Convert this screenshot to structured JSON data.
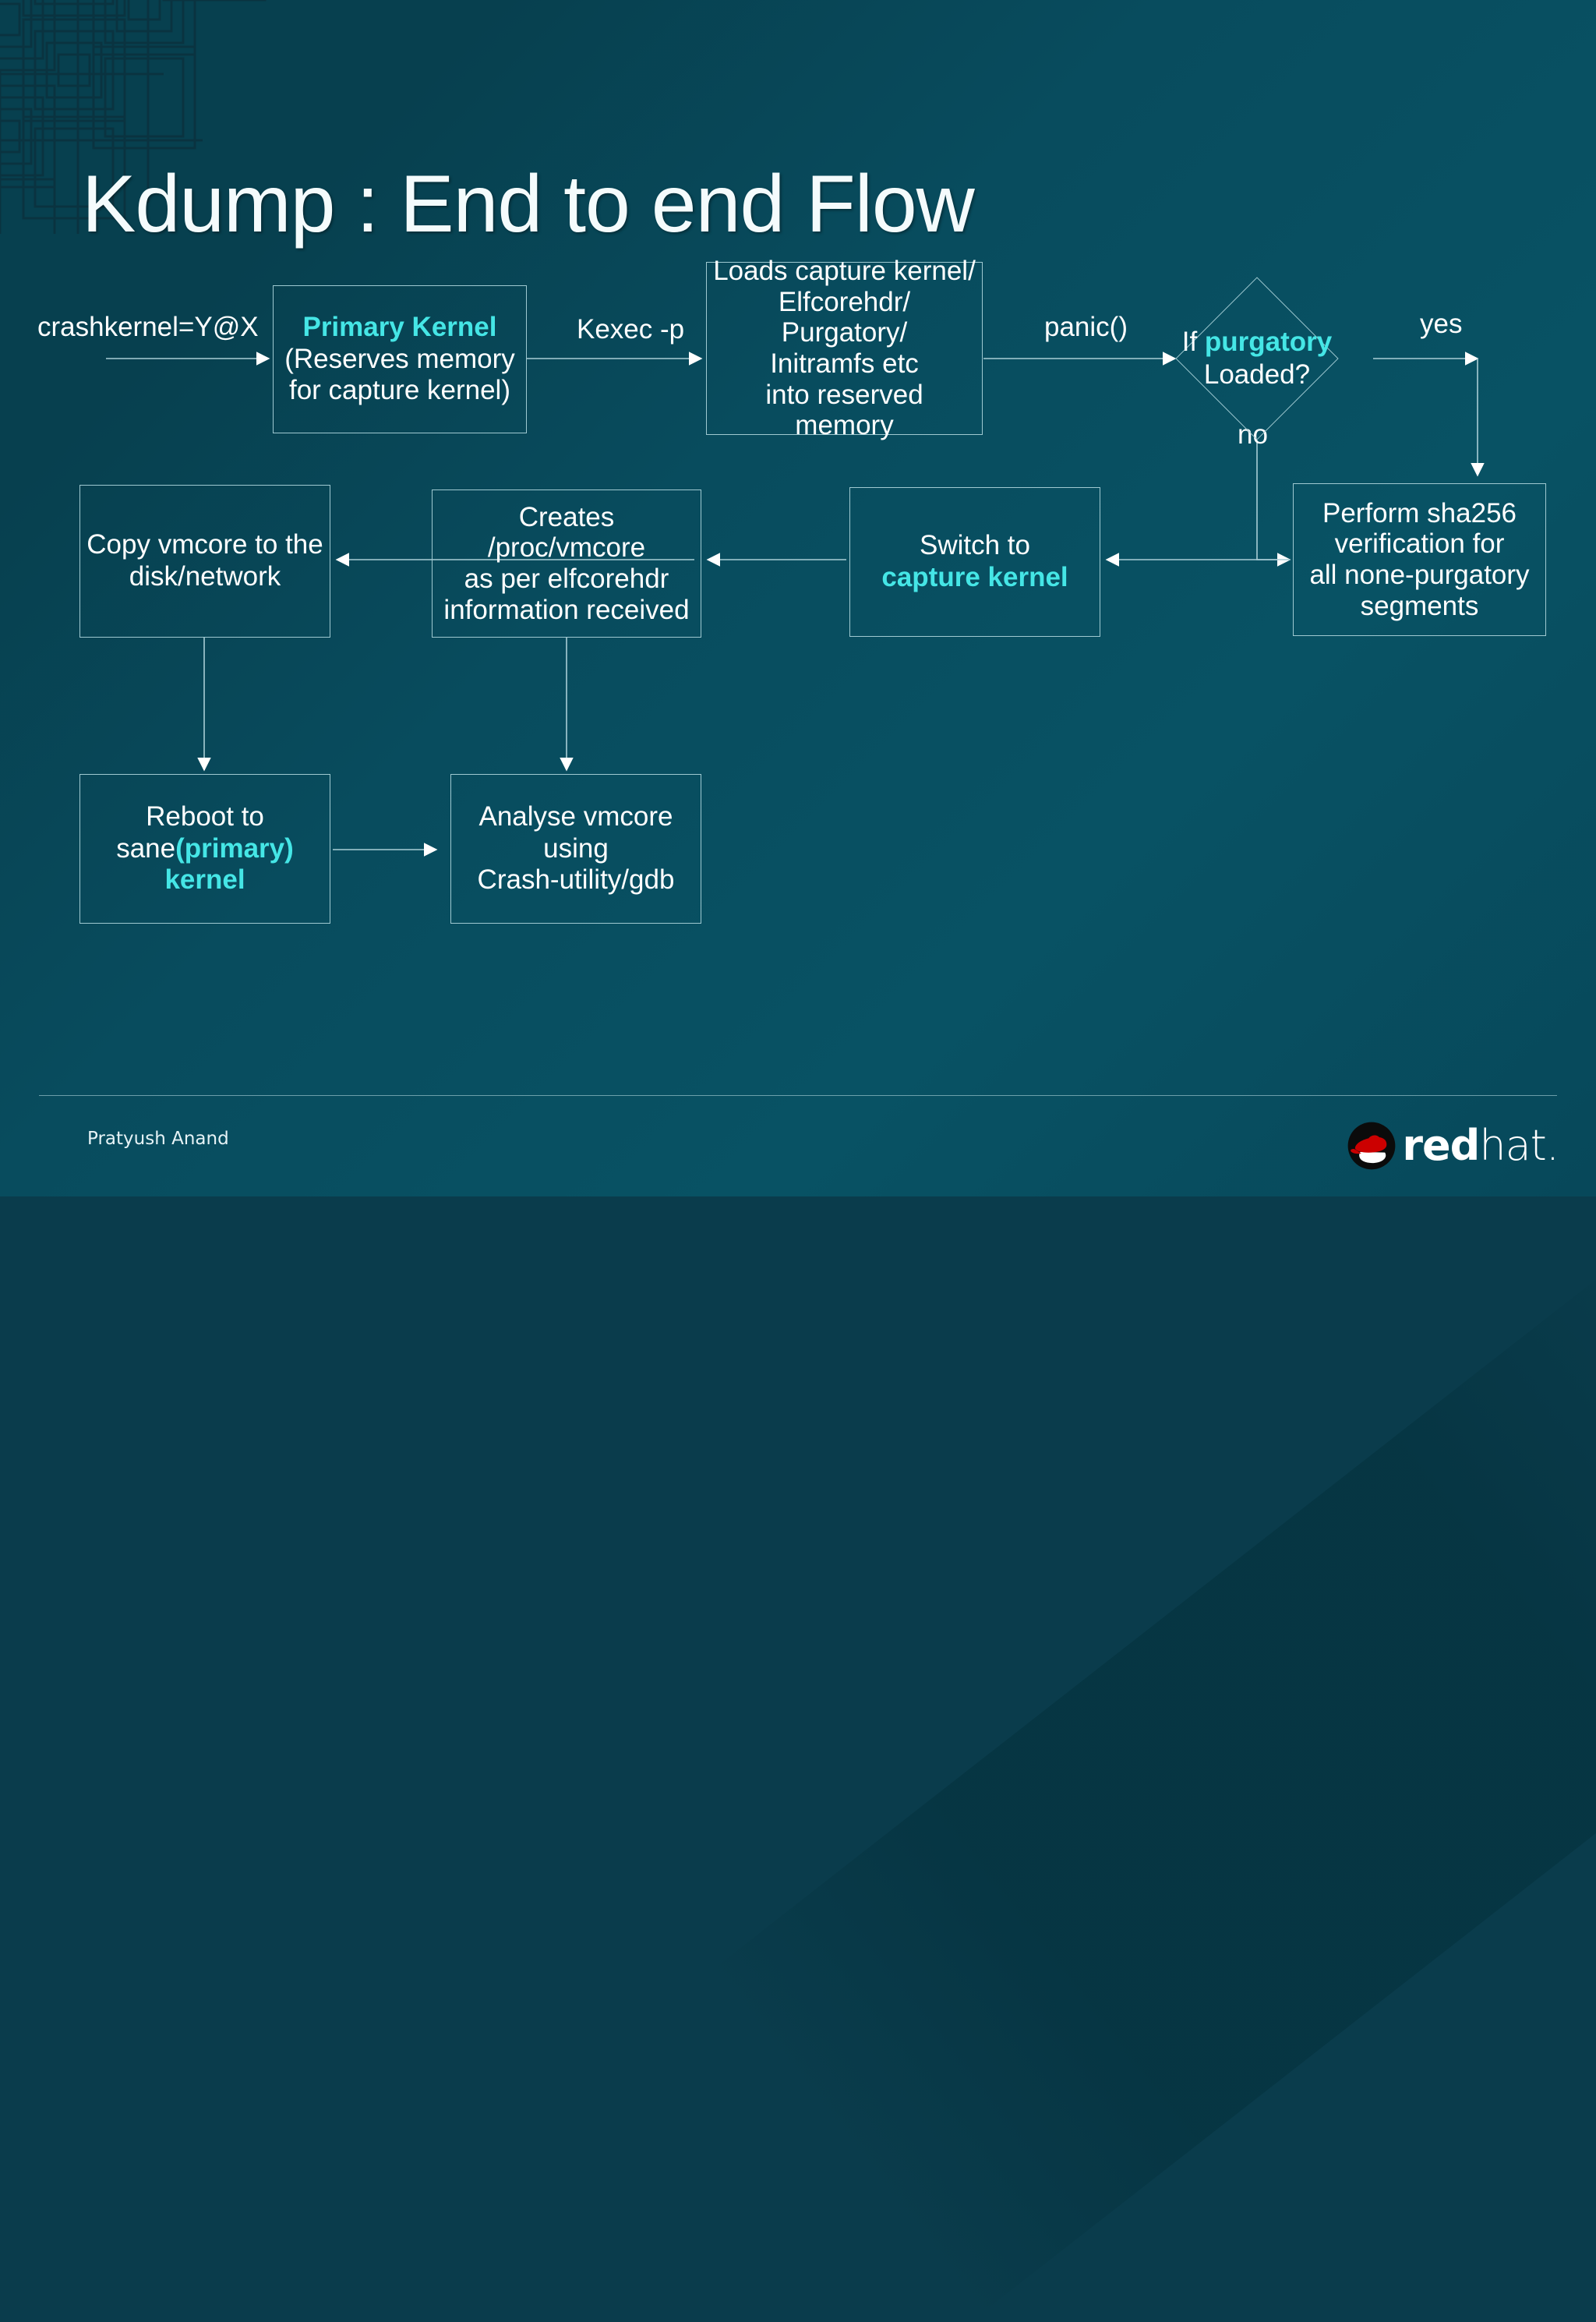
{
  "slide": {
    "title": "Kdump : End to end Flow",
    "author": "Pratyush Anand",
    "brand": {
      "logo_red": "red",
      "logo_hat": "hat.",
      "accent_cyan": "#45e6e6",
      "background": "#084a5c",
      "border": "#9fc9d1",
      "red": "#cc0000"
    }
  },
  "diagram": {
    "type": "flowchart",
    "nodes": [
      {
        "id": "primary-kernel",
        "shape": "rect",
        "lines": [
          {
            "text": "Primary Kernel",
            "style": "cyan-bold"
          },
          {
            "text": "(Reserves memory",
            "style": "white"
          },
          {
            "text": "for capture kernel)",
            "style": "white"
          }
        ]
      },
      {
        "id": "loads-capture-kernel",
        "shape": "rect",
        "lines": [
          {
            "text": "Loads capture kernel/",
            "style": "white"
          },
          {
            "text": "Elfcorehdr/",
            "style": "white"
          },
          {
            "text": "Purgatory/",
            "style": "white"
          },
          {
            "text": "Initramfs etc",
            "style": "white"
          },
          {
            "text": "into reserved memory",
            "style": "white"
          }
        ]
      },
      {
        "id": "purgatory-decision",
        "shape": "diamond",
        "lines": [
          {
            "text": "If ",
            "style": "white"
          },
          {
            "text": "purgatory",
            "style": "cyan-bold"
          },
          {
            "text": "Loaded?",
            "style": "white"
          }
        ]
      },
      {
        "id": "sha256-verification",
        "shape": "rect",
        "lines": [
          {
            "text": "Perform sha256",
            "style": "white"
          },
          {
            "text": "verification for",
            "style": "white"
          },
          {
            "text": "all none-purgatory",
            "style": "white"
          },
          {
            "text": "segments",
            "style": "white"
          }
        ]
      },
      {
        "id": "switch-capture-kernel",
        "shape": "rect",
        "lines": [
          {
            "text": "Switch to",
            "style": "white"
          },
          {
            "text": "capture kernel",
            "style": "cyan-bold"
          }
        ]
      },
      {
        "id": "creates-proc-vmcore",
        "shape": "rect",
        "lines": [
          {
            "text": "Creates /proc/vmcore",
            "style": "white"
          },
          {
            "text": "as per elfcorehdr",
            "style": "white"
          },
          {
            "text": "information received",
            "style": "white"
          }
        ]
      },
      {
        "id": "copy-vmcore",
        "shape": "rect",
        "lines": [
          {
            "text": "Copy vmcore to the",
            "style": "white"
          },
          {
            "text": "disk/network",
            "style": "white"
          }
        ]
      },
      {
        "id": "reboot-sane-kernel",
        "shape": "rect",
        "lines": [
          {
            "text": "Reboot to",
            "style": "white"
          },
          {
            "text": "sane",
            "style": "white"
          },
          {
            "text": "(primary)",
            "style": "cyan-bold"
          },
          {
            "text": "kernel",
            "style": "cyan-bold"
          }
        ]
      },
      {
        "id": "analyse-vmcore",
        "shape": "rect",
        "lines": [
          {
            "text": "Analyse vmcore",
            "style": "white"
          },
          {
            "text": "using",
            "style": "white"
          },
          {
            "text": "Crash-utility/gdb",
            "style": "white"
          }
        ]
      }
    ],
    "edge_labels": {
      "crashkernel": "crashkernel=Y@X",
      "kexec": "Kexec -p",
      "panic": "panic()",
      "yes": "yes",
      "no": "no"
    },
    "node_text": {
      "primary_kernel_l1": "Primary Kernel",
      "primary_kernel_l2": "(Reserves memory",
      "primary_kernel_l3": "for capture kernel)",
      "loads_l1": "Loads capture kernel/",
      "loads_l2": "Elfcorehdr/",
      "loads_l3": "Purgatory/",
      "loads_l4": "Initramfs etc",
      "loads_l5": "into reserved memory",
      "decision_if": "If",
      "decision_purgatory": "purgatory",
      "decision_loaded": "Loaded?",
      "sha_l1": "Perform sha256",
      "sha_l2": "verification for",
      "sha_l3": "all none-purgatory",
      "sha_l4": "segments",
      "switch_l1": "Switch to",
      "switch_l2": "capture kernel",
      "creates_l1": "Creates /proc/vmcore",
      "creates_l2": "as per elfcorehdr",
      "creates_l3": "information received",
      "copy_l1": "Copy vmcore to the",
      "copy_l2": "disk/network",
      "reboot_l1": "Reboot to",
      "reboot_l2a": "sane",
      "reboot_l2b": "(primary)",
      "reboot_l3": "kernel",
      "analyse_l1": "Analyse vmcore",
      "analyse_l2": "using",
      "analyse_l3": "Crash-utility/gdb"
    }
  }
}
